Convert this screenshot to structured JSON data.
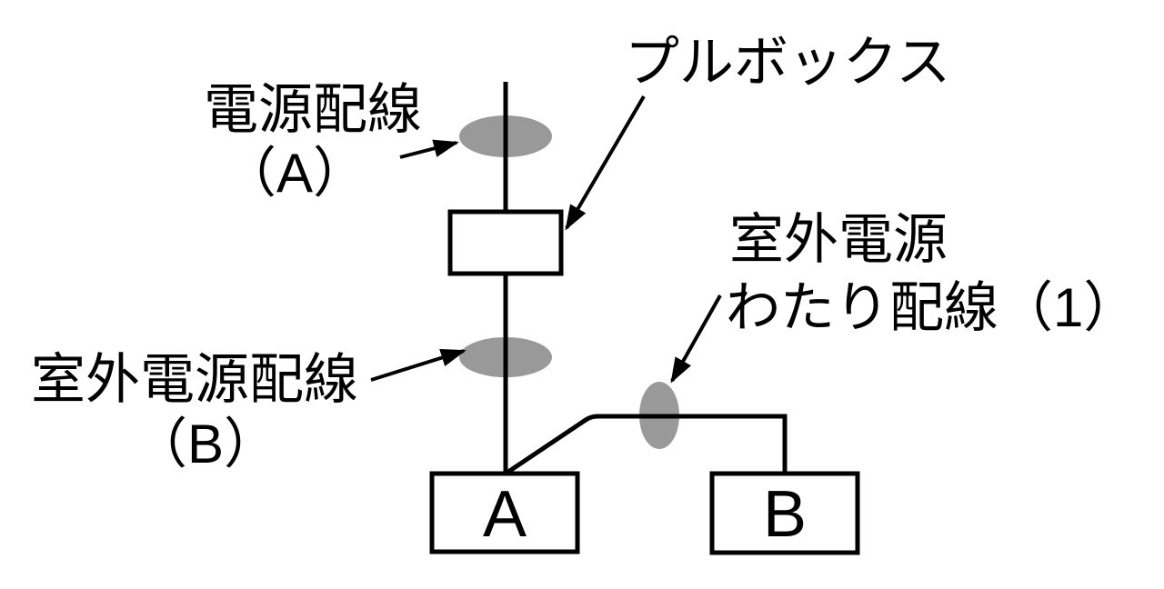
{
  "labels": {
    "power_a": {
      "line1": "電源配線",
      "line2": "（A）"
    },
    "pull_box": "プルボックス",
    "outdoor_b": {
      "line1": "室外電源配線",
      "line2": "（B）"
    },
    "crossover": {
      "line1": "室外電源",
      "line2": "わたり配線（1）"
    }
  },
  "boxes": {
    "unit_a": "A",
    "unit_b": "B"
  },
  "colors": {
    "line": "#000000",
    "cable_marker": "#999999",
    "background": "#ffffff"
  }
}
